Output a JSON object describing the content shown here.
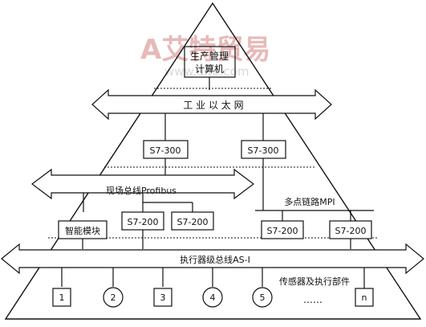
{
  "watermark": {
    "brand": "A艾特贸易",
    "url": "www.aite.com"
  },
  "levels": {
    "top_label_line1": "生产管理",
    "top_label_line2": "计算机",
    "ethernet": "工  业  以  太  网",
    "profibus": "现场总线Profibus",
    "mpi": "多点链路MPI",
    "asi": "执行器级总线AS-I",
    "sensors": "传感器及执行部件"
  },
  "devices": {
    "s7_300_left": "S7-300",
    "s7_300_right": "S7-300",
    "s7_200_a": "S7-200",
    "s7_200_b": "S7-200",
    "s7_200_c": "S7-200",
    "s7_200_d": "S7-200",
    "smart_module": "智能模块"
  },
  "nodes": [
    "1",
    "2",
    "3",
    "4",
    "5",
    "……",
    "n"
  ]
}
